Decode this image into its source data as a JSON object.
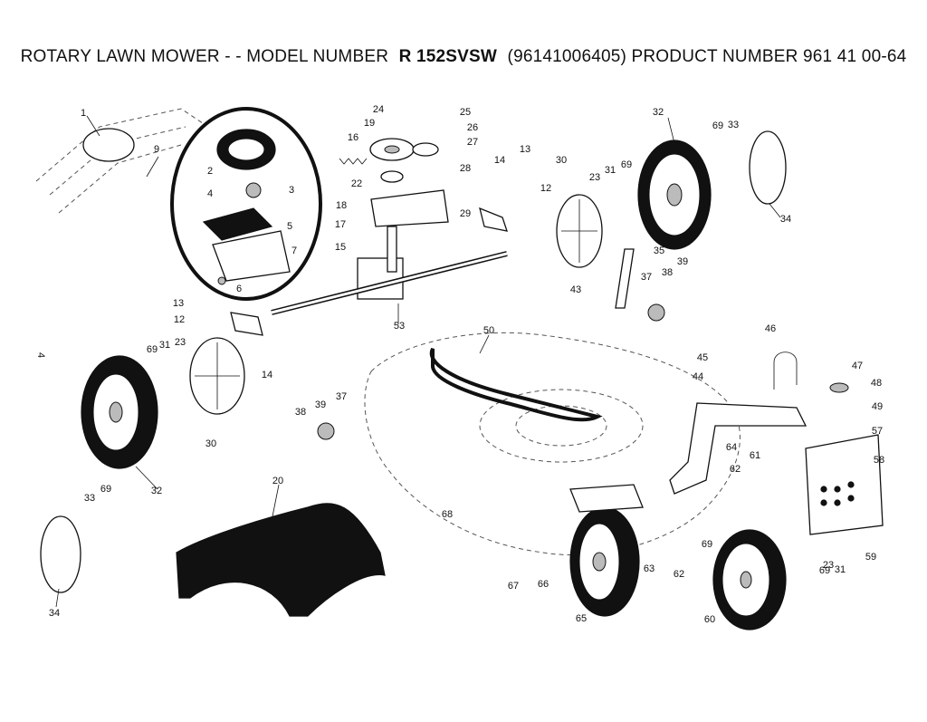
{
  "title": {
    "prefix": "ROTARY LAWN MOWER - - MODEL NUMBER",
    "model": "R 152SVSW",
    "suffix": "(96141006405) PRODUCT NUMBER 961 41 00-64"
  },
  "page_number": "4",
  "callouts": [
    "1",
    "2",
    "3",
    "4",
    "5",
    "6",
    "7",
    "9",
    "12",
    "12",
    "13",
    "13",
    "14",
    "14",
    "15",
    "16",
    "17",
    "18",
    "19",
    "20",
    "22",
    "23",
    "23",
    "23",
    "24",
    "25",
    "26",
    "27",
    "28",
    "29",
    "30",
    "30",
    "31",
    "31",
    "31",
    "32",
    "32",
    "33",
    "33",
    "34",
    "34",
    "35",
    "37",
    "37",
    "38",
    "38",
    "39",
    "39",
    "43",
    "44",
    "45",
    "46",
    "47",
    "48",
    "49",
    "50",
    "53",
    "57",
    "58",
    "59",
    "60",
    "61",
    "62",
    "62",
    "63",
    "64",
    "65",
    "66",
    "67",
    "68",
    "69",
    "69",
    "69",
    "69",
    "69",
    "69"
  ]
}
